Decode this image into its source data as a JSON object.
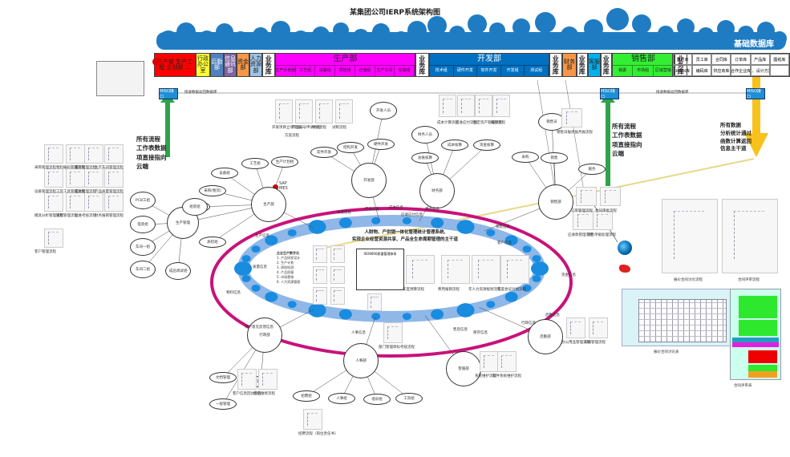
{
  "title": "某集团公司IERP系统架构图",
  "cloud_label": "基础数据库",
  "departments": [
    {
      "name": "red-dept",
      "label": "生产部 生产工程 企划部 …",
      "color": "#ff0000"
    },
    {
      "name": "admin-office",
      "label": "行政办公室",
      "color": "#ffff33"
    },
    {
      "name": "logistics",
      "label": "后勤部",
      "color": "#4f81bd"
    },
    {
      "name": "info-center",
      "label": "信息通讯部",
      "color": "#8064a2"
    },
    {
      "name": "finance-fund",
      "label": "资金部",
      "color": "#f79646"
    },
    {
      "name": "hr",
      "label": "人力资源部",
      "color": "#9dc3e6"
    },
    {
      "name": "business-db-1",
      "label": "业务库",
      "color": "#ffffff"
    },
    {
      "name": "production",
      "label": "生产部",
      "color": "#ff00ff",
      "subs": [
        "生产计划组",
        "工艺组",
        "设备组",
        "质检组",
        "仓储组",
        "生产车间",
        "包装组"
      ]
    },
    {
      "name": "business-db-2",
      "label": "业务库",
      "color": "#ffffff"
    },
    {
      "name": "rnd",
      "label": "开发部",
      "color": "#0070c0",
      "subs": [
        "技术组",
        "硬件开发",
        "软件开发",
        "开发组",
        "测试组"
      ]
    },
    {
      "name": "business-db-3",
      "label": "业务库",
      "color": "#ffffff"
    },
    {
      "name": "finance",
      "label": "财务部",
      "color": "#f79646"
    },
    {
      "name": "business-db-4",
      "label": "业务库",
      "color": "#ffffff"
    },
    {
      "name": "customer-service",
      "label": "客服部",
      "color": "#00b0f0"
    },
    {
      "name": "business-db-5",
      "label": "业务库",
      "color": "#ffffff"
    },
    {
      "name": "sales",
      "label": "销售部",
      "color": "#33ee33",
      "subs": [
        "销委",
        "市场组",
        "区域营销"
      ]
    },
    {
      "name": "business-db-6",
      "label": "业务库",
      "color": "#ffffff"
    }
  ],
  "base_db_cells": [
    "客户库",
    "员工库",
    "合同库",
    "订单库",
    "产品库",
    "图纸库",
    "BOM库",
    "编码库",
    "供应商库",
    "合作企业库",
    "研发、设计方案库",
    ""
  ],
  "miso_label": "MISO接口",
  "miso_line_label_left": "接收数据返回数据库",
  "miso_line_label_right": "接收数据返回数据库",
  "notes": {
    "left": [
      "所有流程",
      "工作表数据",
      "项直接指向",
      "云端"
    ],
    "right_green": [
      "所有流程",
      "工作表数据",
      "项直接指向",
      "云端"
    ],
    "right_yellow": [
      "所有数据",
      "分析统计通过",
      "函数计算返回",
      "信息主干道"
    ]
  },
  "center_text": [
    "人财物、产供销一体化管理统计管理系统,",
    "实现企业经营资源共享、产品全生命周期管理的主干道"
  ],
  "sap_label": "SAP\nMES",
  "hubs": [
    {
      "name": "production-hub",
      "label": "生产部"
    },
    {
      "name": "rnd-hub",
      "label": "开发部"
    },
    {
      "name": "finance-hub",
      "label": "财务部"
    },
    {
      "name": "sales-hub",
      "label": "销售部"
    },
    {
      "name": "admin-hub",
      "label": "行政部"
    },
    {
      "name": "hr-hub",
      "label": "人事部"
    },
    {
      "name": "service-hub",
      "label": "客服部"
    },
    {
      "name": "logistics-hub",
      "label": "后勤部"
    },
    {
      "name": "production-mgmt-hub",
      "label": "生产管理"
    }
  ],
  "leaf_nodes": {
    "production": [
      "设备组",
      "工艺组",
      "生产计划组",
      "采购(物流)",
      "采购组",
      "质检组"
    ],
    "production_mgmt": [
      "PCB工组",
      "电装组",
      "车间一组",
      "车间二组",
      "成品调试组",
      "组装组"
    ],
    "rnd": [
      "开发人员",
      "硬件开发",
      "结构开发",
      "软件开发"
    ],
    "finance": [
      "财务人员",
      "总账核算",
      "成本核算",
      "资金核算"
    ],
    "sales": [
      "销售员",
      "销售",
      "采购",
      "服务"
    ],
    "admin": [
      "文档管理",
      "行政后勤",
      "一般管理"
    ],
    "hr": [
      "招聘组",
      "人事组",
      "培训组",
      "工资组"
    ]
  },
  "captions": {
    "left_thumbs": [
      "采购管理流程",
      "物料编码管理流程",
      "库存管理流程",
      "生产车间管理流程",
      "设备管理流程",
      "工装工具管理流程",
      "成本管理流程",
      "产品质量管理流程",
      "模具分析管理流程",
      "销售管理流程",
      "运维考核流程",
      "财务报销管理流程",
      "客户管理流程"
    ],
    "rnd_thumbs": [
      "开发项目立项流程",
      "产品编号申请流程",
      "中试流程",
      "试制流程",
      "方案流程"
    ],
    "finance_thumbs": [
      "成本计算流程",
      "应收应付流程",
      "固定资产管理流程",
      "报税流程"
    ],
    "sales_thumbs": [
      "销售日报周报月报流程",
      "订单管理流程",
      "合同审批流程",
      "销售单据处理流程",
      "应收款管理流程"
    ],
    "right_charts": [
      "报价合同讨论流程",
      "合同评审流程"
    ],
    "report_caption": "报价合同讨论表",
    "colorsheet_caption": "合同评审表",
    "center_flows": [
      "年度预算流程",
      "费用报销流程",
      "年人力资源规划流程",
      "年度会议计划流程"
    ],
    "cert_title": "ISO9000质量管理体系",
    "bottom": [
      "客户信息回访流程",
      "售后维修流程",
      "招聘流程（岗位责任书）",
      "部门管理目标考核流程",
      "系统维护流程",
      "软件系统维护流程",
      "办公用品管理流程",
      "车辆管理流程"
    ]
  },
  "ring_labels": [
    "生产信息",
    "质量信息",
    "物料信息",
    "成本信息",
    "开发信息",
    "研发信息",
    "财务信息",
    "应收应付信息",
    "销售信息",
    "客户信息",
    "资金信息",
    "后勤信息",
    "行政信息",
    "人事信息",
    "售后信息",
    "库存信息",
    "用户意见反馈信息"
  ],
  "enterprise_list": {
    "title": "企业生产数字化",
    "items": [
      "1. 产品研发设计",
      "2. 生产计划",
      "3. 质检检测",
      "4. 产品质量",
      "5. 市场营销",
      "6. 人力资源管理"
    ]
  },
  "colors": {
    "cloud": "#1f7cc3",
    "ring_outer": "#c8127a",
    "ring_band": "#8fb7e8",
    "ring_bubble": "#1a8ce0",
    "green_arrow": "#2ea34a",
    "yellow_arrow": "#f7c21b"
  }
}
